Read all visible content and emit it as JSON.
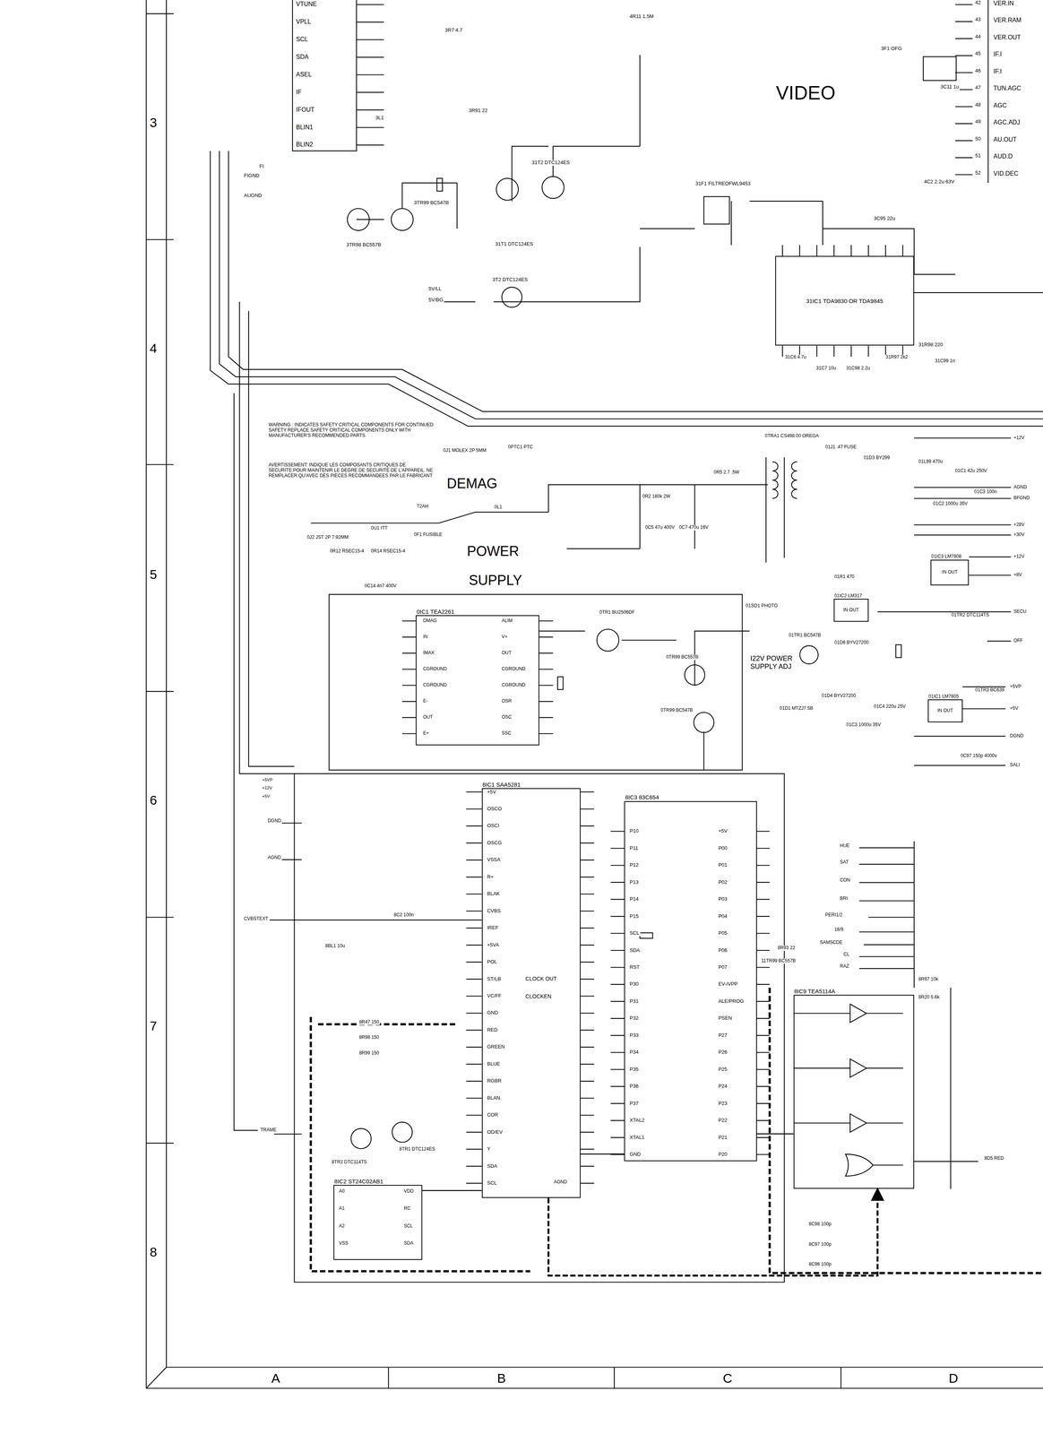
{
  "diagram": {
    "nodes": [
      {
        "text": [
          "31IC1 TDA9830 OR TDA9845"
        ]
      },
      {
        "text": [
          "0IC1 TEA2261"
        ]
      },
      {
        "text": [
          "8IC1 SAA5281"
        ]
      },
      {
        "text": [
          "8IC3 83C654"
        ]
      },
      {
        "text": [
          "8IC9 TEA5114A"
        ]
      },
      {
        "text": [
          "8IC2 ST24C02AB1"
        ]
      },
      {
        "text": [
          "01IC3 LM7808",
          "IN OUT"
        ]
      },
      {
        "text": [
          "01IC2 LM317",
          "IN OUT"
        ]
      },
      {
        "text": [
          "01IC1 LM7805",
          "IN OUT"
        ]
      }
    ],
    "edges": [
      {
        "from": 3,
        "to": 4,
        "arrow": "none"
      },
      {
        "from": 5,
        "to": 2,
        "arrow": "none"
      },
      {
        "from": 2,
        "to": 3,
        "arrow": "none"
      },
      {
        "from": 2,
        "to": 4,
        "arrow": "to"
      }
    ],
    "labels": [
      "3",
      "4",
      "5",
      "6",
      "7",
      "8",
      "A",
      "B",
      "C",
      "D",
      "VTUNE",
      "VPLL",
      "SCL",
      "SDA",
      "ASEL",
      "IF",
      "IFOUT",
      "BLIN1",
      "BLIN2",
      "VER.IN",
      "VER.RAM",
      "VER.OUT",
      "IF.I",
      "IF.I",
      "TUN.AGC",
      "AGC",
      "AGC.ADJ",
      "AU.OUT",
      "AUD.D",
      "VID.DEC",
      "42",
      "43",
      "44",
      "45",
      "46",
      "47",
      "48",
      "49",
      "50",
      "51",
      "52",
      "VIDEO",
      "FI",
      "FIGND",
      "AUGND",
      "5V/LL",
      "5V/BG",
      "3TR99 BC547B",
      "3TR98 BC557B",
      "31T1 DTC124ES",
      "31T2 DTC124ES",
      "3T2 DTC124ES",
      "31F1 FILTREOFWL9453",
      "3F1 OFG",
      "3L1",
      "3R91 22",
      "3C11 1u",
      "3R7 4.7",
      "4R11 1.5M",
      "4C2 2.2u 63V",
      "3C95 22u",
      "31R98 220",
      "31C6 4.7u",
      "31C7 10u",
      "31C98 2.2u",
      "31R97 2k2",
      "31C99 1n",
      "WARNING : INDICATES SAFETY CRITICAL COMPONENTS FOR CONTINUED SAFETY REPLACE SAFETY CRITICAL COMPONENTS ONLY WITH MANUFACTURER'S RECOMMENDED PARTS",
      "AVERTISSEMENT: INDIQUE LES COMPOSANTS CRITIQUES DE SECURITE.POUR MAINTENIR LE DEGRE DE SECURITE DE L'APPAREIL. NE REMPLACER QU'AVEC DES PIECES RECOMMANDEES PAR LE FABRICANT",
      "0J1 MOLEX 2P 5MM",
      "0PTC1 PTC",
      "DEMAG",
      "0L1",
      "T2AH",
      "0J2 JST 2P 7.92MM",
      "0U1 ITT",
      "0F1 FUSIBLE",
      "0R12 RSEC15-4",
      "0R14 RSEC15-4",
      "0C14 4n7 400V",
      "POWER",
      "SUPPLY",
      "0R2 180k 2W",
      "0C5 47u 400V",
      "0C7 470u 16V",
      "0R5 2.7 .5W",
      "0TRA1 CS498.00 OREGA",
      "01J1 .47 FUSE",
      "01D3 BY299",
      "01L99 470u",
      "01C1 42u 250V",
      "01C2 1000u 35V",
      "01C3 100n",
      "0TR1 BU2506DF",
      "0TR99 BC557B",
      "0TR99 BC547B",
      "01SO1 PHOTO",
      "01TR1 BC547B",
      "I22V POWER SUPPLY ADJ",
      "01D1 MTZJ7.5B",
      "01D6 BYV27200",
      "01D4 BYV27200",
      "01R1 470",
      "01TR2 DTC114TS",
      "01TR3 BC639",
      "01C4 220u 25V",
      "01C3 1000u 35V",
      "0C97 150p 4000v",
      "+12V",
      "AGND",
      "BFGND",
      "+28V",
      "+30V",
      "+12V",
      "+8V",
      "SECU",
      "OFF",
      "+5VP",
      "+5V",
      "DGND",
      "SALI",
      "DMAG",
      "IN",
      "IMAX",
      "CGROUND",
      "CGROUND",
      "E-",
      "OUT",
      "E+",
      "ALIM",
      "V+",
      "OUT",
      "CGROUND",
      "CGROUND",
      "OSR",
      "OSC",
      "SSC",
      "+5VP",
      "+12V",
      "+5V",
      "DGND",
      "AGND",
      "CVBSTEXT",
      "TRAME",
      "+5V",
      "OSCO",
      "OSCI",
      "OSCG",
      "VSSA",
      "R+",
      "BLAK",
      "CVBS",
      "IREF",
      "+5VA",
      "POL",
      "ST/LB",
      "VC/FF",
      "GND",
      "RED",
      "GREEN",
      "BLUE",
      "RGBR",
      "BLAN",
      "COR",
      "OD/EV",
      "Y",
      "SDA",
      "SCL",
      "AGND",
      "CLOCK OUT",
      "CLOCKEN",
      "P10",
      "P11",
      "P12",
      "P13",
      "P14",
      "P15",
      "SCL",
      "SDA",
      "RST",
      "P30",
      "P31",
      "P32",
      "P33",
      "P34",
      "P35",
      "P36",
      "P37",
      "XTAL2",
      "XTAL1",
      "GND",
      "+5V",
      "P00",
      "P01",
      "P02",
      "P03",
      "P04",
      "P05",
      "P06",
      "P07",
      "EV-/VPP",
      "ALE/PROG",
      "PSEN",
      "P27",
      "P26",
      "P25",
      "P24",
      "P23",
      "P22",
      "P21",
      "P20",
      "HUE",
      "SAT",
      "CON",
      "BRI",
      "PERI1/2",
      "16/9",
      "SAMSCDE",
      "CL",
      "RAZ",
      "A0",
      "A1",
      "A2",
      "VSS",
      "VDD",
      "RC",
      "SCL",
      "SDA",
      "8TR1 DTC124ES",
      "8TR2 DTC114TS",
      "8BL1 10u",
      "8C2 100n",
      "8R97 10k",
      "8R20 5.6k",
      "8D5 RED",
      "8C98 100p",
      "8C97 100p",
      "8C96 100p",
      "8R93 22",
      "11TR99 BC557B",
      "8R47 150",
      "8R98 150",
      "8R99 150"
    ]
  }
}
